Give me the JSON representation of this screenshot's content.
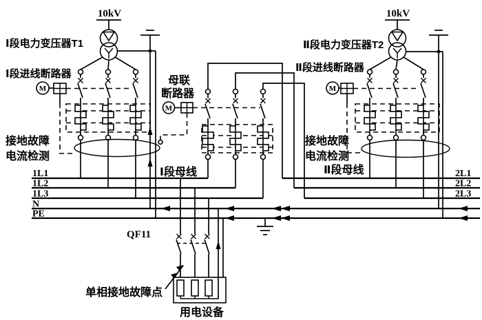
{
  "colors": {
    "line": "#000000",
    "background": "#ffffff"
  },
  "labels": {
    "voltage": "10kV",
    "motor": "M",
    "neutral": "N",
    "pe": "PE",
    "section1": {
      "transformer": "Ⅰ段电力变压器T1",
      "incoming_breaker": "Ⅰ段进线断路器",
      "fault_detect_line1": "接地故障",
      "fault_detect_line2": "电流检测",
      "bus": "Ⅰ段母线",
      "phase_l1": "1L1",
      "phase_l2": "1L2",
      "phase_l3": "1L3"
    },
    "section2": {
      "transformer": "Ⅱ段电力变压器T2",
      "incoming_breaker": "Ⅱ段进线断路器",
      "fault_detect_line1": "接地故障",
      "fault_detect_line2": "电流检测",
      "bus": "Ⅱ段母线",
      "phase_l1": "2L1",
      "phase_l2": "2L2",
      "phase_l3": "2L3"
    },
    "bus_tie": {
      "line1": "母联",
      "line2": "断路器"
    },
    "feeder": {
      "breaker": "QF11",
      "fault_point": "单相接地故障点",
      "load": "用电设备"
    }
  }
}
